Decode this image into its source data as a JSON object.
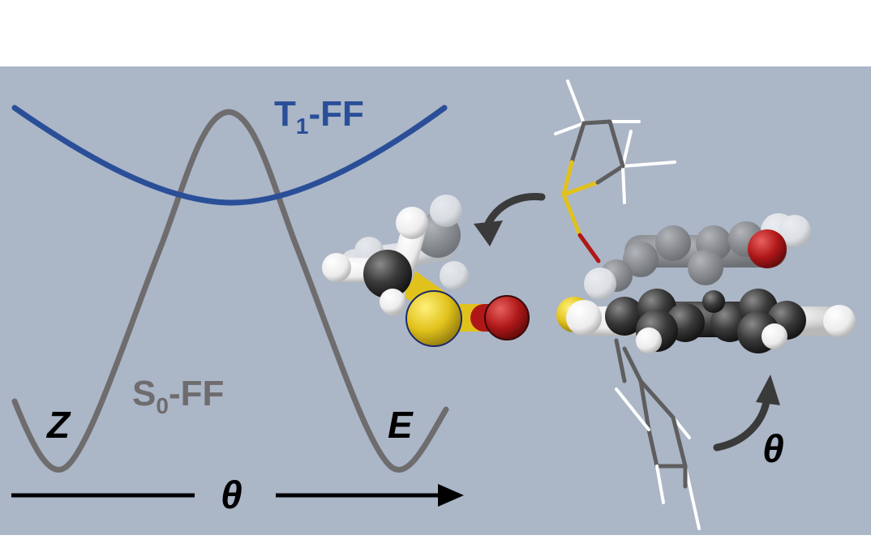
{
  "labels": {
    "t1_main": "T",
    "t1_sub": "1",
    "t1_suffix": "-FF",
    "s0_main": "S",
    "s0_sub": "0",
    "s0_suffix": "-FF",
    "z_isomer": "Z",
    "e_isomer": "E",
    "axis_theta": "θ",
    "rotation_theta": "θ"
  },
  "colors": {
    "background": "#ffffff",
    "panel": "#abb6c7",
    "t1_curve": "#2a4f98",
    "s0_curve": "#6e6c6d",
    "axis": "#000000",
    "arrow": "#3a3a3a",
    "sulfur": "#e1c21c",
    "oxygen": "#b01818",
    "carbon": "#3a3a3a",
    "hydrogen": "#ffffff"
  }
}
